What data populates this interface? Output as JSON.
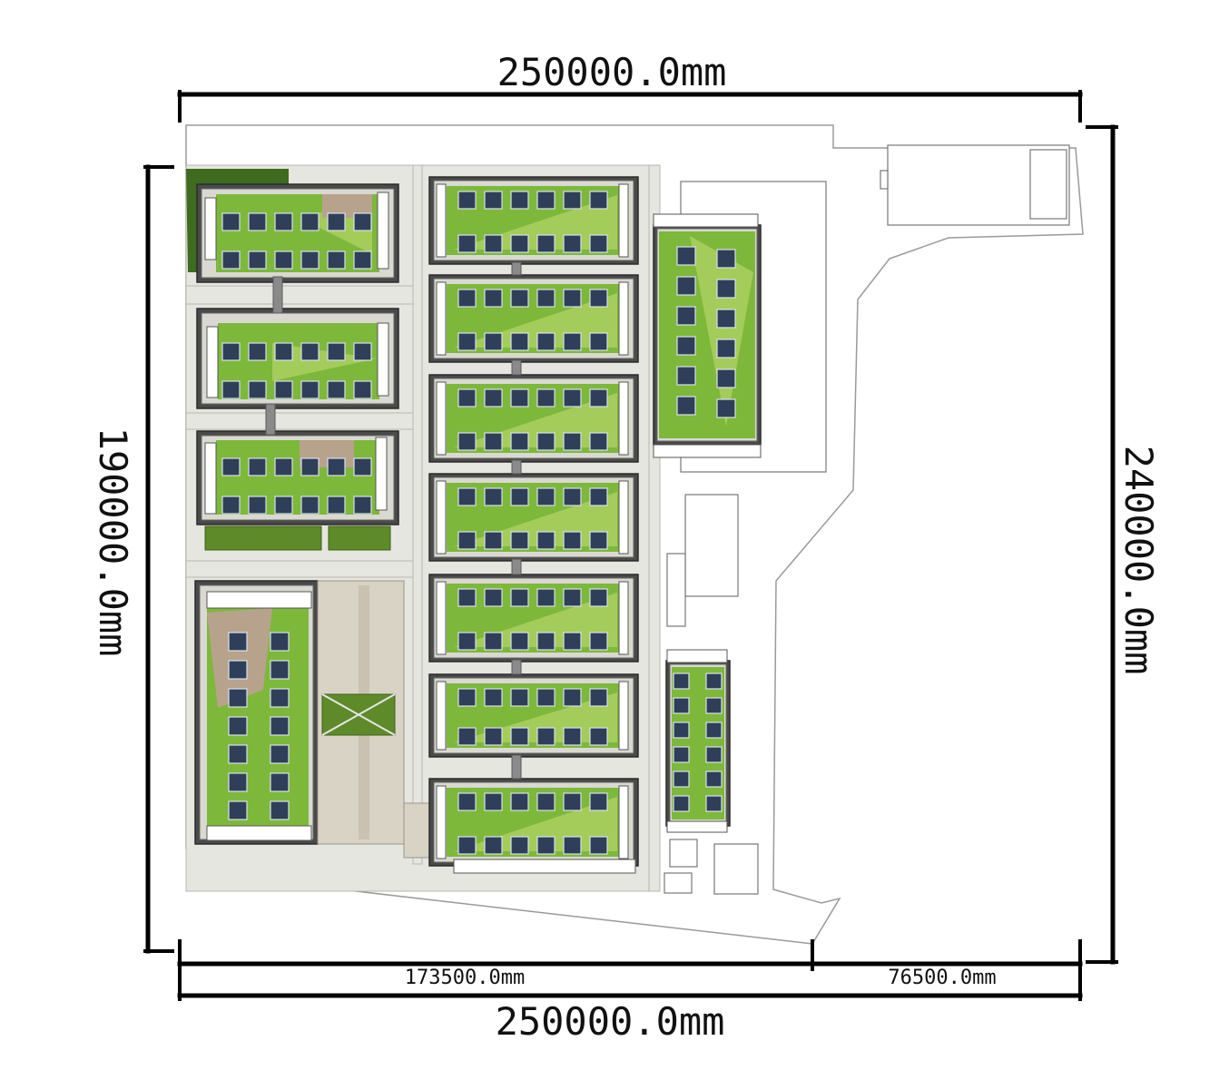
{
  "dimensions": {
    "top_total": "250000.0mm",
    "bottom_total": "250000.0mm",
    "bottom_segment_left": "173500.0mm",
    "bottom_segment_right": "76500.0mm",
    "left_height": "190000.0mm",
    "right_height": "240000.0mm"
  },
  "colors": {
    "lawn": "#7db83a",
    "solar_panel": "#2f3f5a",
    "roof_frame": "#4a4a4a",
    "road": "#e6e6e0",
    "plaza": "#b7a38c"
  }
}
